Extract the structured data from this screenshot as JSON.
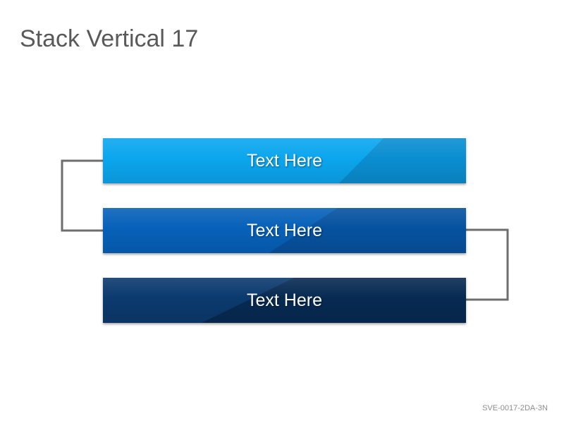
{
  "slide": {
    "title": "Stack Vertical 17",
    "footer_code": "SVE-0017-2DA-3N"
  },
  "diagram": {
    "connector_color": "#6e6e6e",
    "bars": [
      {
        "label": "Text Here",
        "color": "#0ba6ee",
        "facet_color": "#0a8ed1"
      },
      {
        "label": "Text Here",
        "color": "#0761b9",
        "facet_color": "#0652a0"
      },
      {
        "label": "Text Here",
        "color": "#0b3a6e",
        "facet_color": "#072a52"
      }
    ]
  }
}
